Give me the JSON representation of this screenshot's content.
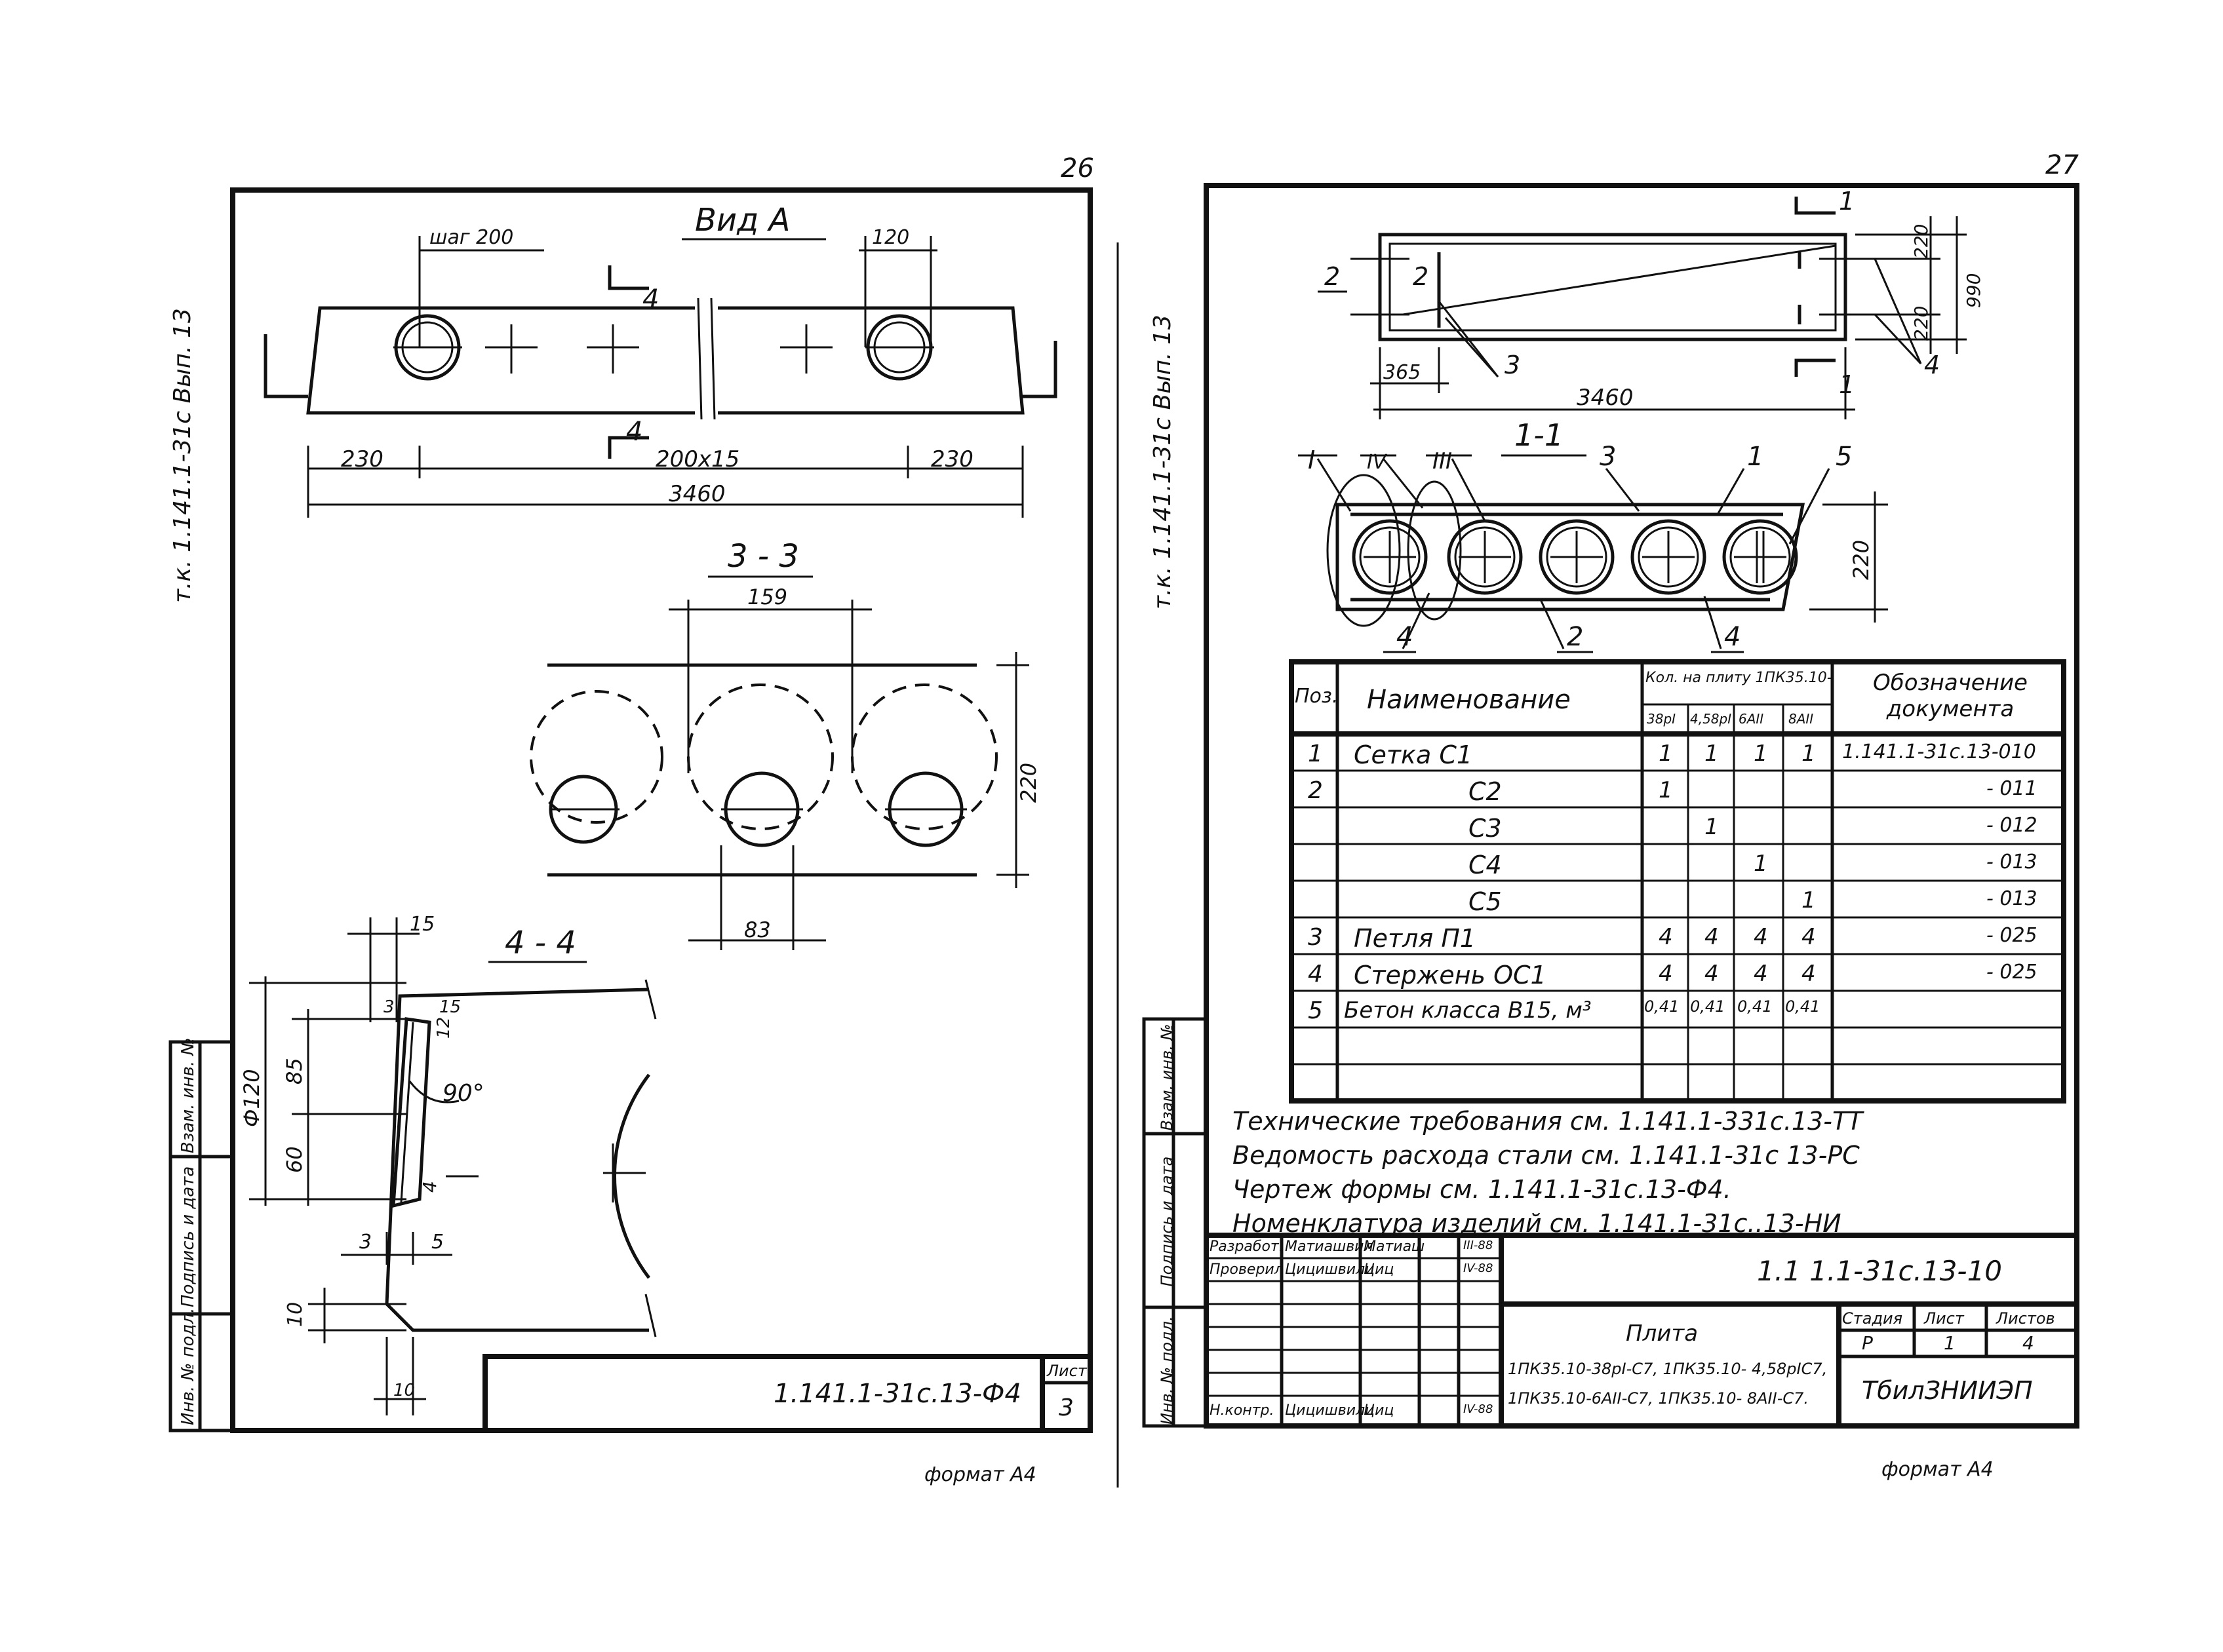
{
  "left_sheet": {
    "page_number": "26",
    "side_label": "т.к. 1.141.1-31с  Вып. 13",
    "view_a": {
      "title": "Вид А",
      "pitch_label": "шаг 200",
      "dim_120": "120",
      "section_4": "4",
      "dim_230_left": "230",
      "dim_200x15": "200x15",
      "dim_230_right": "230",
      "dim_3460": "3460"
    },
    "section_3": {
      "title": "3 - 3",
      "dim_159": "159",
      "dim_220": "220",
      "dim_83": "83"
    },
    "section_4": {
      "title": "4 - 4",
      "dim_15_top": "15",
      "dim_15": "15",
      "dim_3": "3",
      "dim_12": "12",
      "dim_phi120": "Ф120",
      "dim_85": "85",
      "dim_60": "60",
      "angle_90": "90°",
      "dim_4": "4",
      "dim_3_bottom": "3",
      "dim_5": "5",
      "dim_10_left": "10",
      "dim_10_bottom": "10"
    },
    "stamp_columns": [
      "Инв. № подл.",
      "Подпись и дата",
      "Взам. инв. №"
    ],
    "title_block": {
      "code": "1.141.1-31с.13-Ф4",
      "sheet_label": "Лист",
      "sheet_number": "3"
    },
    "format_label": "формат А4"
  },
  "right_sheet": {
    "page_number": "27",
    "side_label": "т.к. 1.141.1-31с  Вып. 13",
    "plan": {
      "section_1_top": "1",
      "section_1_bottom": "1",
      "label_2_outside": "2",
      "label_2_inside": "2",
      "label_3": "3",
      "label_4": "4",
      "dim_365": "365",
      "dim_3460": "3460",
      "dim_220_top": "220",
      "dim_990": "990",
      "dim_220_bottom": "220"
    },
    "section_1_1": {
      "title": "1-1",
      "labels": [
        "I",
        "IV",
        "III",
        "3",
        "1",
        "5"
      ],
      "bottom_labels": [
        "4",
        "2",
        "4"
      ],
      "dim_220": "220"
    },
    "spec_table": {
      "headers": {
        "pos": "Поз.",
        "name": "Наименование",
        "qty_group": "Кол. на плиту 1ПК35.10-",
        "qty_cols": [
          "38рI",
          "4,58рI",
          "6АII",
          "8АII"
        ],
        "doc": "Обозначение документа"
      },
      "rows": [
        {
          "pos": "1",
          "name": "Сетка С1",
          "q1": "1",
          "q2": "1",
          "q3": "1",
          "q4": "1",
          "doc": "1.141.1-31с.13-010"
        },
        {
          "pos": "2",
          "name": "С2",
          "q1": "1",
          "q2": "",
          "q3": "",
          "q4": "",
          "doc": "- 011"
        },
        {
          "pos": "",
          "name": "С3",
          "q1": "",
          "q2": "1",
          "q3": "",
          "q4": "",
          "doc": "- 012"
        },
        {
          "pos": "",
          "name": "С4",
          "q1": "",
          "q2": "",
          "q3": "1",
          "q4": "",
          "doc": "- 013"
        },
        {
          "pos": "",
          "name": "С5",
          "q1": "",
          "q2": "",
          "q3": "",
          "q4": "1",
          "doc": "- 013"
        },
        {
          "pos": "3",
          "name": "Петля П1",
          "q1": "4",
          "q2": "4",
          "q3": "4",
          "q4": "4",
          "doc": "- 025"
        },
        {
          "pos": "4",
          "name": "Стержень ОС1",
          "q1": "4",
          "q2": "4",
          "q3": "4",
          "q4": "4",
          "doc": "- 025"
        },
        {
          "pos": "5",
          "name": "Бетон класса В15, м³",
          "q1": "0,41",
          "q2": "0,41",
          "q3": "0,41",
          "q4": "0,41",
          "doc": ""
        },
        {
          "pos": "",
          "name": "",
          "q1": "",
          "q2": "",
          "q3": "",
          "q4": "",
          "doc": ""
        },
        {
          "pos": "",
          "name": "",
          "q1": "",
          "q2": "",
          "q3": "",
          "q4": "",
          "doc": ""
        }
      ]
    },
    "notes": [
      "Технические требования см. 1.141.1-331с.13-ТТ",
      "Ведомость расхода стали см. 1.141.1-31с 13-РС",
      "Чертеж формы см. 1.141.1-31с.13-Ф4.",
      "Номенклатура изделий см. 1.141.1-31с..13-НИ"
    ],
    "stamp_columns": [
      "Инв. № подл.",
      "Подпись и дата",
      "Взам. инв. №"
    ],
    "title_block": {
      "code": "1.1 1.1-31с.13-10",
      "signatures": [
        {
          "role": "Разработ.",
          "name": "Матиашвил",
          "sign": "Матиаш",
          "date": "III-88"
        },
        {
          "role": "Проверил",
          "name": "Цицишвили",
          "sign": "Циц",
          "date": "IV-88"
        },
        {
          "role": "Н.контр.",
          "name": "Цицишвили",
          "sign": "Циц",
          "date": "IV-88"
        }
      ],
      "product_name": "Плита",
      "product_line1": "1ПК35.10-38рI-С7, 1ПК35.10- 4,58рIС7,",
      "product_line2": "1ПК35.10-6АII-С7, 1ПК35.10- 8АII-С7.",
      "stage_label": "Стадия",
      "sheet_label": "Лист",
      "sheets_label": "Листов",
      "stage": "Р",
      "sheet": "1",
      "sheets": "4",
      "organization": "ТбилЗНИИЭП"
    },
    "format_label": "формат А4"
  }
}
